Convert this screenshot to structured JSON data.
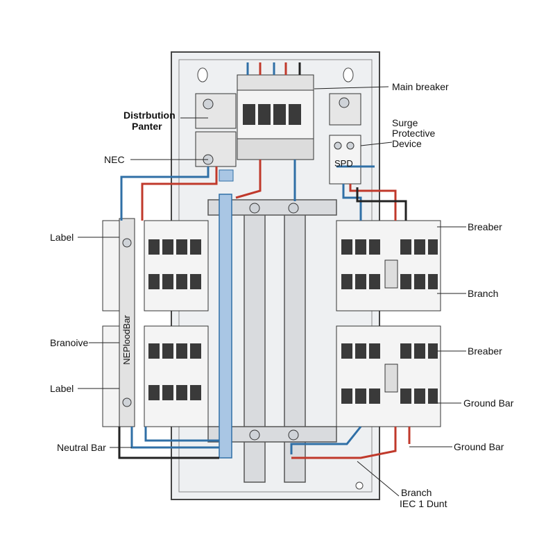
{
  "diagram": {
    "labels": {
      "main_breaker": "Main breaker",
      "distribution_panel_line1": "Distrbution",
      "distribution_panel_line2": "Panter",
      "surge_line1": "Surge",
      "surge_line2": "Protective",
      "surge_line3": "Device",
      "nec": "NEC",
      "spd": "SPD",
      "label_top": "Label",
      "breaber_top": "Breaber",
      "branch_right": "Branch",
      "branoive": "Branoive",
      "breaber_mid": "Breaber",
      "label_bottom": "Label",
      "ground_bar_1": "Ground Bar",
      "neutral_bar": "Neutral Bar",
      "ground_bar_2": "Ground Bar",
      "branch_bottom_line1": "Branch",
      "branch_bottom_line2": "IEC 1 Dunt",
      "vertical_bar_text": "NEPloodBar"
    },
    "colors": {
      "wire_red": "#c0392b",
      "wire_blue": "#2f6fa6",
      "wire_black": "#222222",
      "panel_bg": "#eef0f2",
      "bar_blue": "#a9c6e4"
    }
  }
}
